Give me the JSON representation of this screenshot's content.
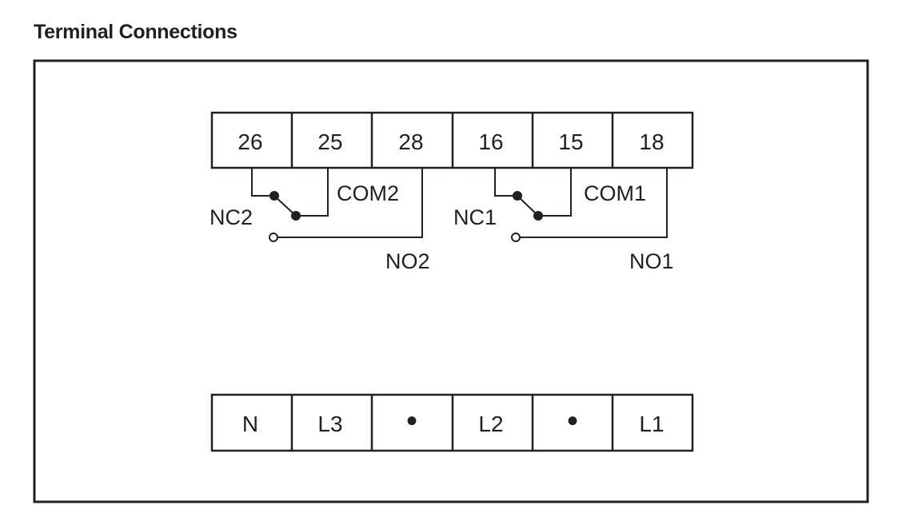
{
  "title": "Terminal Connections",
  "top_terminals": [
    {
      "id": "26"
    },
    {
      "id": "25"
    },
    {
      "id": "28"
    },
    {
      "id": "16"
    },
    {
      "id": "15"
    },
    {
      "id": "18"
    }
  ],
  "bottom_terminals": [
    {
      "label": "N"
    },
    {
      "label": "L3"
    },
    {
      "label": "•"
    },
    {
      "label": "L2"
    },
    {
      "label": "•"
    },
    {
      "label": "L1"
    }
  ],
  "relays": [
    {
      "nc": "NC2",
      "com": "COM2",
      "no": "NO2"
    },
    {
      "nc": "NC1",
      "com": "COM1",
      "no": "NO1"
    }
  ],
  "colors": {
    "line": "#231f20",
    "background": "#ffffff"
  }
}
